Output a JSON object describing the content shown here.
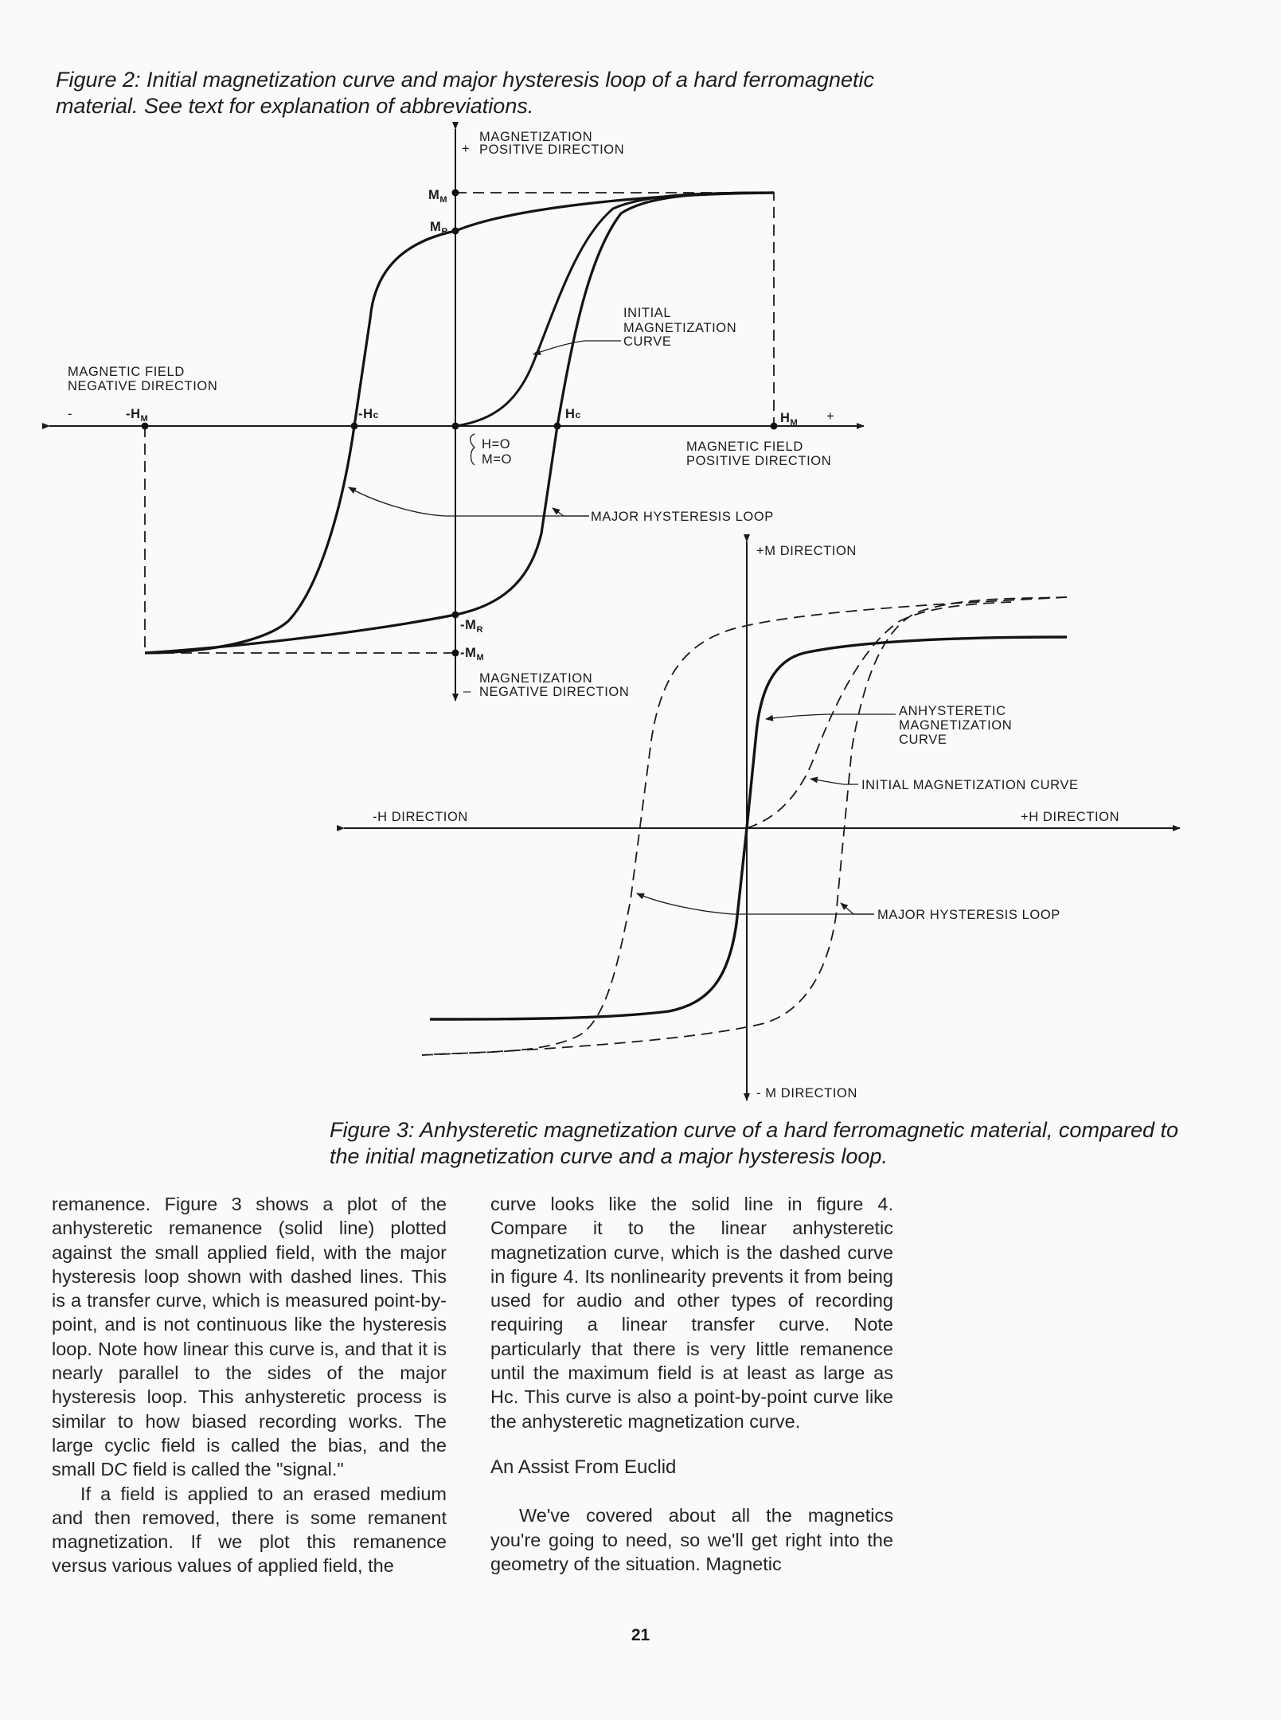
{
  "figure2": {
    "caption": "Figure 2: Initial magnetization curve and major hysteresis loop of a hard ferromagnetic material. See text for explanation of abbreviations.",
    "labels": {
      "m_positive": [
        "MAGNETIZATION",
        "POSITIVE DIRECTION"
      ],
      "m_positive_sign": "+",
      "m_negative": [
        "MAGNETIZATION",
        "NEGATIVE DIRECTION"
      ],
      "m_negative_sign": "_",
      "h_negative": [
        "MAGNETIC FIELD",
        "NEGATIVE DIRECTION"
      ],
      "h_negative_sign": "-",
      "h_positive": [
        "MAGNETIC FIELD",
        "POSITIVE DIRECTION"
      ],
      "h_positive_sign": "+",
      "initial_curve": [
        "INITIAL",
        "MAGNETIZATION",
        "CURVE"
      ],
      "major_loop": "MAJOR HYSTERESIS LOOP",
      "origin": [
        "H=O",
        "M=O"
      ],
      "points": {
        "mm": "MM",
        "mr": "MR",
        "neg_mr": "-MR",
        "neg_mm": "-MM",
        "hc": "Hc",
        "neg_hc": "-Hc",
        "hm": "HM",
        "neg_hm": "-HM"
      }
    }
  },
  "figure3": {
    "caption": "Figure 3: Anhysteretic magnetization curve of a hard ferromagnetic material, compared to the initial magnetization curve and a major hysteresis loop.",
    "labels": {
      "m_positive": "+M DIRECTION",
      "m_negative": "- M DIRECTION",
      "h_negative": "-H DIRECTION",
      "h_positive": "+H DIRECTION",
      "anhysteretic": [
        "ANHYSTERETIC",
        "MAGNETIZATION",
        "CURVE"
      ],
      "initial_curve": "INITIAL MAGNETIZATION CURVE",
      "major_loop": "MAJOR HYSTERESIS LOOP"
    }
  },
  "body": {
    "col1": [
      "remanence. Figure 3 shows a plot of the anhysteretic remanence (solid line) plotted against the small applied field, with the major hysteresis loop shown with dashed lines. This is a transfer curve, which is measured point-by-point, and is not continuous like the hysteresis loop. Note how linear this curve is, and that it is nearly parallel to the sides of the major hysteresis loop. This anhysteretic process is similar to how biased recording works. The large cyclic field is called the bias, and the small DC field is called the \"signal.\"",
      "If a field is applied to an erased medium and then removed, there is some remanent magnetization. If we plot this remanence versus various values of applied field, the"
    ],
    "col2_p1": "curve looks like the solid line in figure 4. Compare it to the linear anhysteretic magnetization curve, which is the dashed curve in figure 4. Its nonlinearity prevents it from being used for audio and other types of recording requiring a linear transfer curve. Note particularly that there is very little remanence until the maximum field is at least as large as Hc. This curve is also a point-by-point curve like the anhysteretic magnetization curve.",
    "section_heading": "An Assist From Euclid",
    "col2_p2": "We've covered about all the magnetics you're going to need, so we'll get right into the geometry of the situation. Magnetic"
  },
  "page_number": "21"
}
